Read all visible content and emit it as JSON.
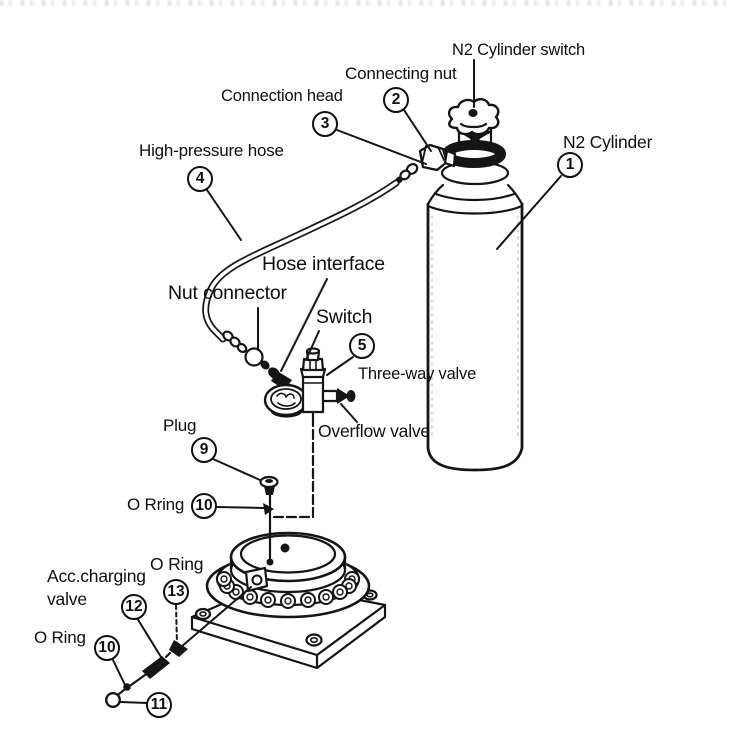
{
  "labels": {
    "n2_cylinder_switch": "N2 Cylinder switch",
    "connecting_nut": "Connecting nut",
    "connection_head": "Connection head",
    "high_pressure_hose": "High-pressure hose",
    "n2_cylinder": "N2 Cylinder",
    "hose_interface": "Hose interface",
    "nut_connector": "Nut connector",
    "switch": "Switch",
    "three_way_valve": "Three-way valve",
    "overflow_valve": "Overflow valve",
    "plug": "Plug",
    "o_rring": "O Rring",
    "o_ring_top": "O Ring",
    "acc_charging_line1": "Acc.charging",
    "acc_charging_line2": "valve",
    "o_ring_bottom": "O Ring"
  },
  "callouts": {
    "c1": "1",
    "c2": "2",
    "c3": "3",
    "c4": "4",
    "c5": "5",
    "c9": "9",
    "c10a": "10",
    "c10b": "10",
    "c11": "11",
    "c12": "12",
    "c13": "13"
  },
  "colors": {
    "ink": "#151515",
    "background": "#ffffff"
  }
}
